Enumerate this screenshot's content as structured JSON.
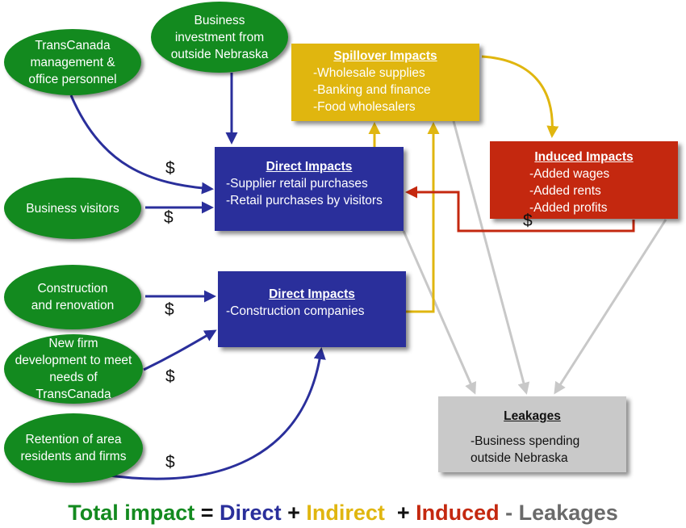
{
  "colors": {
    "green": "#138a1f",
    "blue": "#2a2f9b",
    "yellow": "#e0b60f",
    "red": "#c4280f",
    "gray": "#c9c9c9",
    "leakage_text": "#6a6a6a",
    "arrow_gray": "#c8c8c8"
  },
  "sources": {
    "transcanada": "TransCanada\nmanagement &\noffice personnel",
    "business_investment": "Business\ninvestment from\noutside Nebraska",
    "business_visitors": "Business visitors",
    "construction": "Construction\nand renovation",
    "new_firm": "New firm\ndevelopment to meet\nneeds of\nTransCanada",
    "retention": "Retention of area\nresidents and firms"
  },
  "boxes": {
    "spillover": {
      "title": "Spillover Impacts",
      "items": [
        "-Wholesale supplies",
        "-Banking and finance",
        "-Food wholesalers"
      ]
    },
    "direct_retail": {
      "title": "Direct Impacts",
      "items": [
        "-Supplier retail purchases",
        "-Retail purchases by visitors"
      ]
    },
    "induced": {
      "title": "Induced Impacts",
      "items": [
        "-Added wages",
        "-Added rents",
        "-Added profits"
      ]
    },
    "direct_construction": {
      "title": "Direct Impacts",
      "items": [
        "-Construction companies"
      ]
    },
    "leakages": {
      "title": "Leakages",
      "items": [
        "-Business spending",
        "outside Nebraska"
      ]
    }
  },
  "dollar_sign": "$",
  "formula": {
    "total": "Total impact",
    "eq": " = ",
    "direct": "Direct",
    "plus1": " + ",
    "indirect": "Indirect",
    "plus2": "  + ",
    "induced": "Induced",
    "minus": " - ",
    "leakages": "Leakages"
  }
}
